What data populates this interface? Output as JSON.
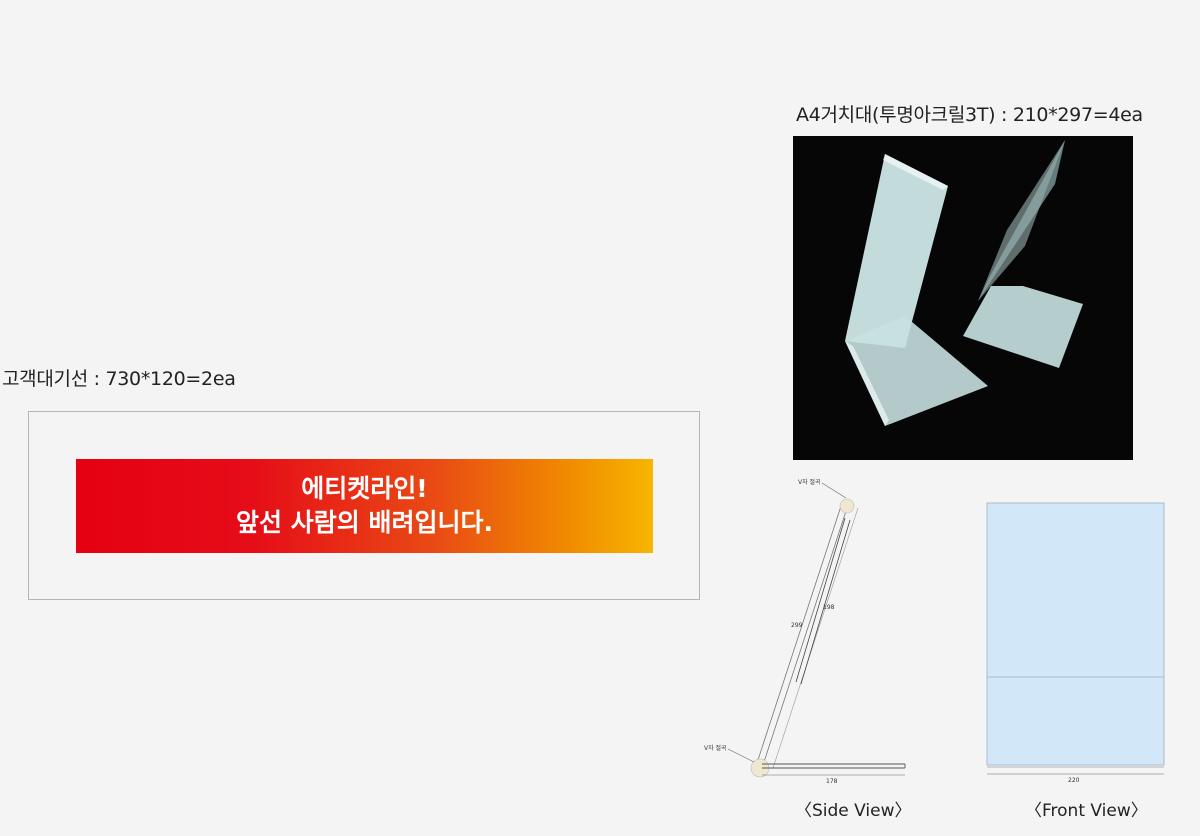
{
  "queue_line": {
    "title": "고객대기선 : 730*120=2ea",
    "banner_line1": "에티켓라인!",
    "banner_line2": "앞선 사람의 배려입니다.",
    "gradient_colors": [
      "#e50012",
      "#f7b500"
    ]
  },
  "a4_stand": {
    "title": "A4거치대(투명아크릴3T) : 210*297=4ea",
    "side_view": {
      "label_top": "V자 절곡",
      "label_bottom": "V자 절곡",
      "dim_long": "299",
      "dim_short": "198",
      "dim_base": "178",
      "caption": "〈Side View〉"
    },
    "front_view": {
      "dim_width": "220",
      "caption": "〈Front View〉",
      "fill_color": "#d2e8f8"
    }
  }
}
